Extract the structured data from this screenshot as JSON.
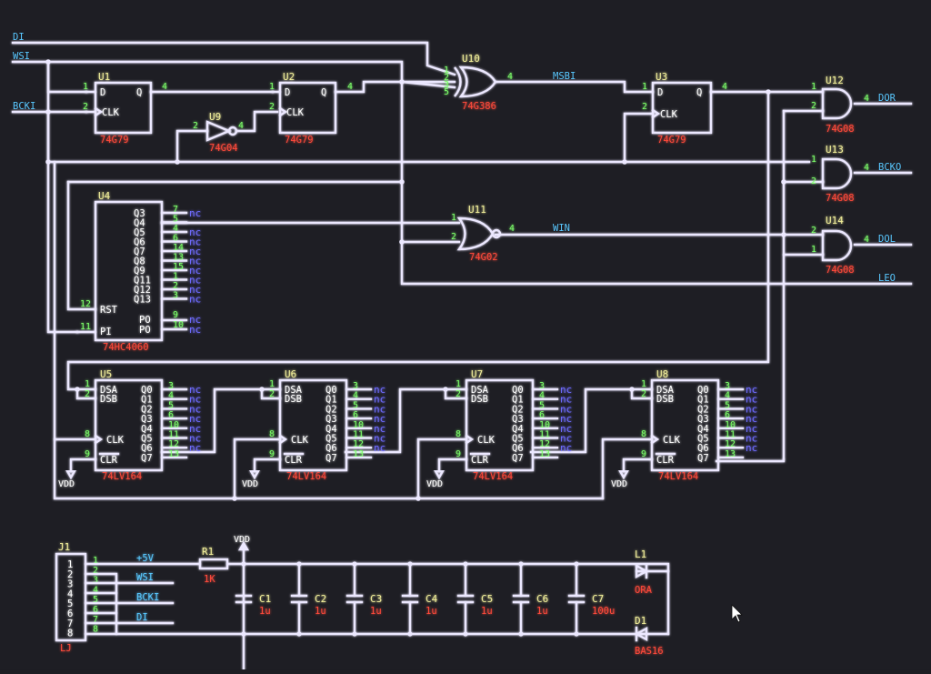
{
  "nets": {
    "di": "DI",
    "wsi": "WSI",
    "bcki": "BCKI",
    "msbi": "MSBI",
    "win": "WIN",
    "dor": "DOR",
    "bcko": "BCKO",
    "dol": "DOL",
    "leo": "LEO",
    "p5v": "+5V",
    "wsi2": "WSI",
    "bcki2": "BCKI",
    "di2": "DI",
    "vdd": "VDD"
  },
  "components": {
    "u1": {
      "ref": "U1",
      "part": "74G79"
    },
    "u2": {
      "ref": "U2",
      "part": "74G79"
    },
    "u3": {
      "ref": "U3",
      "part": "74G79"
    },
    "u9": {
      "ref": "U9",
      "part": "74G04"
    },
    "u10": {
      "ref": "U10",
      "part": "74G386"
    },
    "u11": {
      "ref": "U11",
      "part": "74G02"
    },
    "u12": {
      "ref": "U12",
      "part": "74G08"
    },
    "u13": {
      "ref": "U13",
      "part": "74G08"
    },
    "u14": {
      "ref": "U14",
      "part": "74G08"
    },
    "u4": {
      "ref": "U4",
      "part": "74HC4060"
    },
    "u5": {
      "ref": "U5",
      "part": "74LV164"
    },
    "u6": {
      "ref": "U6",
      "part": "74LV164"
    },
    "u7": {
      "ref": "U7",
      "part": "74LV164"
    },
    "u8": {
      "ref": "U8",
      "part": "74LV164"
    },
    "j1": {
      "ref": "J1",
      "part": "LJ"
    },
    "r1": {
      "ref": "R1",
      "part": "1K"
    },
    "l1": {
      "ref": "L1",
      "part": "ORA"
    },
    "d1": {
      "ref": "D1",
      "part": "BAS16"
    },
    "caps": [
      {
        "ref": "C1",
        "value": "1u"
      },
      {
        "ref": "C2",
        "value": "1u"
      },
      {
        "ref": "C3",
        "value": "1u"
      },
      {
        "ref": "C4",
        "value": "1u"
      },
      {
        "ref": "C5",
        "value": "1u"
      },
      {
        "ref": "C6",
        "value": "1u"
      },
      {
        "ref": "C7",
        "value": "100u"
      }
    ]
  },
  "pin_names": {
    "d": "D",
    "q": "Q",
    "clk": "CLK",
    "rst": "RST",
    "pi": "PI",
    "po": "PO",
    "dsa": "DSA",
    "dsb": "DSB",
    "clr": "CLR",
    "u4_outs": [
      "Q3",
      "Q4",
      "Q5",
      "Q6",
      "Q7",
      "Q8",
      "Q9",
      "Q11",
      "Q12",
      "Q13"
    ],
    "sr_outs": [
      "Q0",
      "Q1",
      "Q2",
      "Q3",
      "Q4",
      "Q5",
      "Q6",
      "Q7"
    ]
  },
  "pin_numbers": {
    "u4_outs": [
      "7",
      "5",
      "4",
      "6",
      "14",
      "13",
      "15",
      "1",
      "2",
      "3"
    ],
    "sr_outs": [
      "3",
      "4",
      "5",
      "6",
      "10",
      "11",
      "12",
      "13"
    ],
    "j1": [
      "1",
      "2",
      "3",
      "4",
      "5",
      "6",
      "7",
      "8"
    ]
  },
  "nc": "nc"
}
